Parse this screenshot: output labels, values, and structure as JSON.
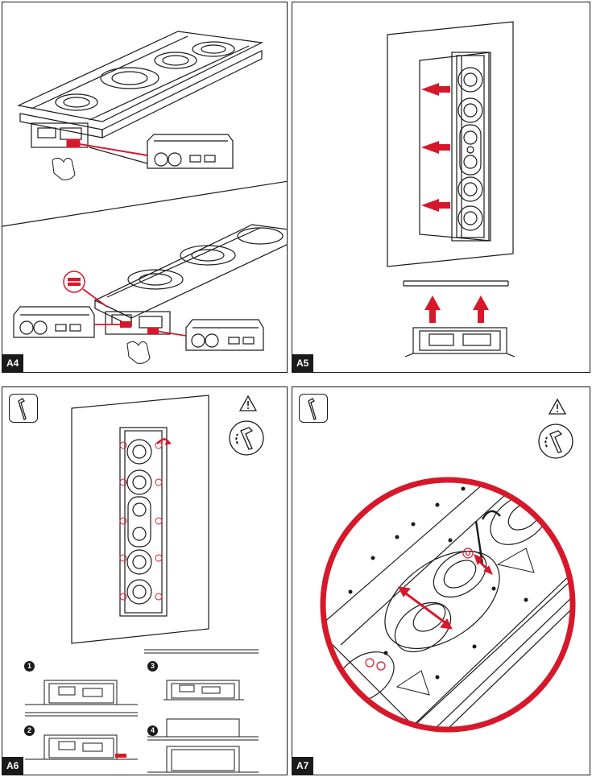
{
  "steps": [
    {
      "label": "A4"
    },
    {
      "label": "A5"
    },
    {
      "label": "A6",
      "substeps": [
        "1",
        "2",
        "3",
        "4"
      ]
    },
    {
      "label": "A7"
    }
  ],
  "icons": {
    "tool": "hex-key-icon",
    "warning": "warning-triangle-icon",
    "torque": "hex-key-torque-icon"
  },
  "colors": {
    "accent": "#d7182a",
    "line": "#1a1a1a",
    "background": "#ffffff"
  }
}
